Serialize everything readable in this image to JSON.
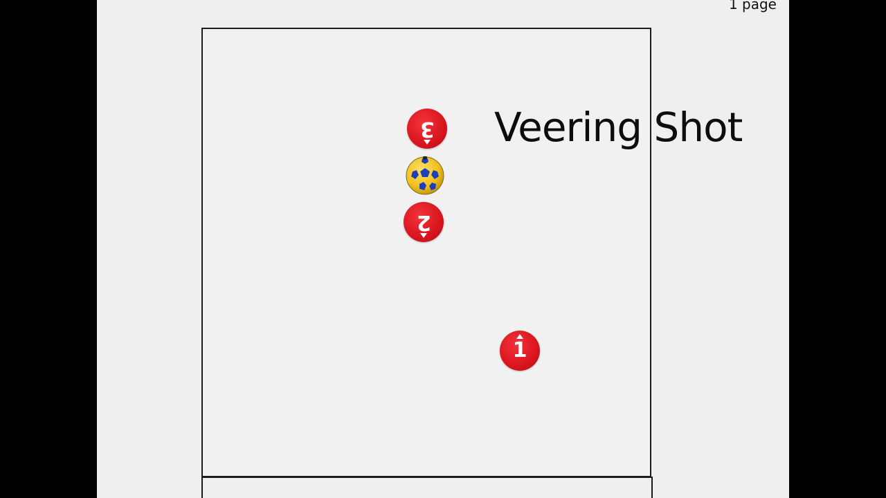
{
  "page": {
    "label": "1 page"
  },
  "diagram": {
    "title": "Veering Shot",
    "players": [
      {
        "number": "3",
        "orientation": "down",
        "color": "#d9151f"
      },
      {
        "number": "2",
        "orientation": "down",
        "color": "#d9151f"
      },
      {
        "number": "1",
        "orientation": "up",
        "color": "#d9151f"
      }
    ],
    "ball": {
      "icon": "ball-icon",
      "colors": [
        "#f2c01e",
        "#1f3fb8"
      ]
    }
  },
  "colors": {
    "background": "#efefef",
    "court_line": "#1a1a1a",
    "letterbox": "#000000"
  }
}
